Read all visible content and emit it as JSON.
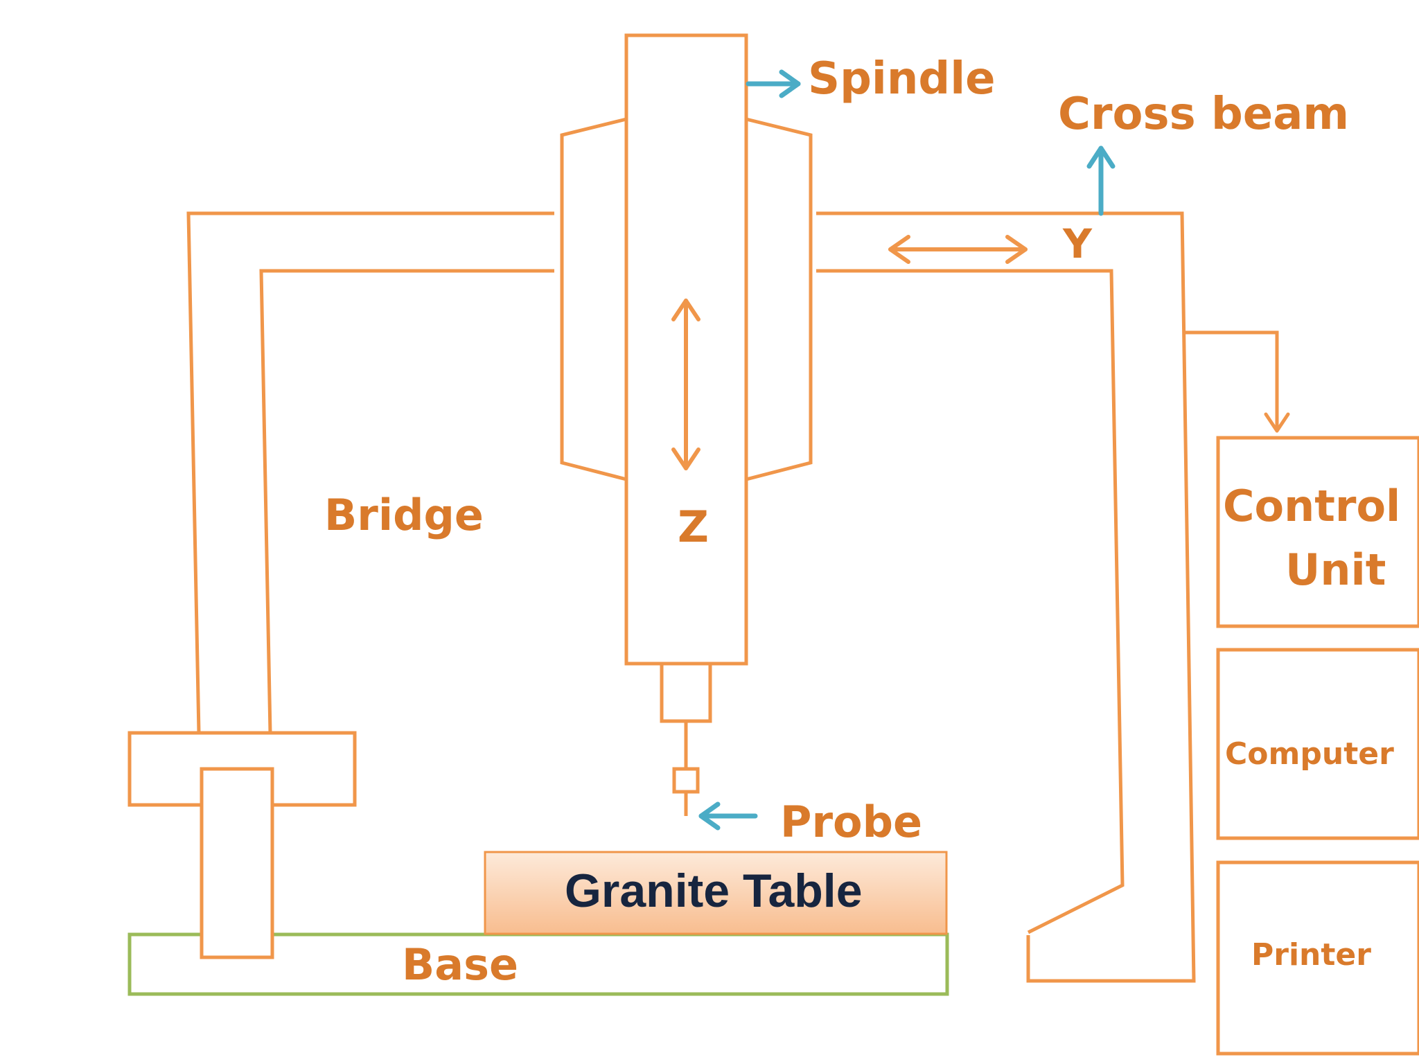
{
  "colors": {
    "structure": "#F0964A",
    "label": "#D97A2B",
    "pointer": "#4BACC6",
    "base_border": "#9BBB59",
    "table_fill_top": "#FDEADA",
    "table_fill_bottom": "#F8BD8F",
    "table_text": "#17253F"
  },
  "labels": {
    "spindle": "Spindle",
    "cross_beam": "Cross beam",
    "y_axis": "Y",
    "z_axis": "Z",
    "bridge": "Bridge",
    "probe": "Probe",
    "granite_table": "Granite Table",
    "base": "Base",
    "control_unit_line1": "Control",
    "control_unit_line2": "Unit",
    "computer": "Computer",
    "printer": "Printer"
  },
  "icons": {
    "z_motion": "double-arrow-vertical-icon",
    "y_motion": "double-arrow-horizontal-icon",
    "spindle_pointer": "arrow-right-icon",
    "cross_beam_pointer": "arrow-up-icon",
    "probe_pointer": "arrow-left-icon",
    "control_feed": "arrow-down-icon"
  }
}
